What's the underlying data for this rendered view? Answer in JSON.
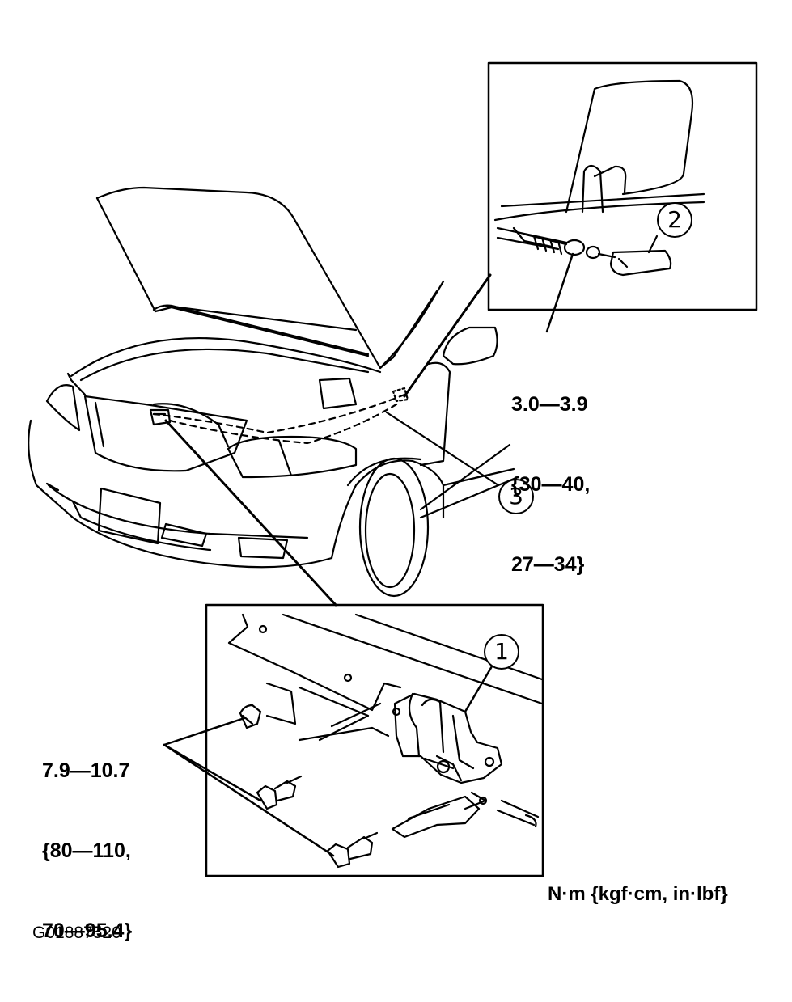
{
  "callouts": [
    {
      "id": "1",
      "part": "hood-latch"
    },
    {
      "id": "2",
      "part": "release-lever"
    },
    {
      "id": "3",
      "part": "release-cable"
    }
  ],
  "torque_lever": [
    "3.0—3.9",
    "{30—40,",
    "27—34}"
  ],
  "torque_latch": [
    "7.9—10.7",
    "{80—110,",
    "70—95.4}"
  ],
  "units": "N·m {kgf·cm, in·lbf}",
  "figure_id": "G01887520"
}
